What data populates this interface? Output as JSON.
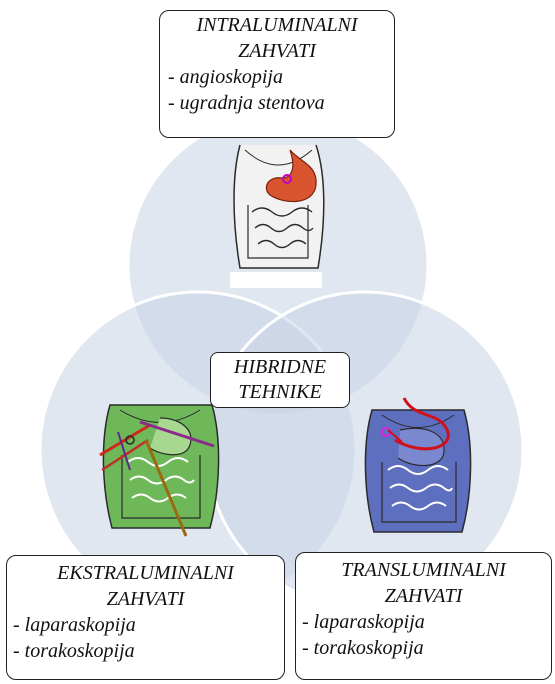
{
  "diagram": {
    "top": {
      "title_lines": [
        "INTRALUMINALNI",
        "ZAHVATI"
      ],
      "items": [
        "- angioskopija",
        "- ugradnja stentova"
      ]
    },
    "center": {
      "title_lines": [
        "HIBRIDNE",
        "TEHNIKE"
      ]
    },
    "left": {
      "title_lines": [
        "EKSTRALUMINALNI",
        "ZAHVATI"
      ],
      "items": [
        "- laparaskopija",
        "- torakoskopija"
      ]
    },
    "right": {
      "title_lines": [
        "TRANSLUMINALNI",
        "ZAHVATI"
      ],
      "items": [
        "- laparaskopija",
        "- torakoskopija"
      ]
    }
  },
  "colors": {
    "circle_fill": "#c9d3e6",
    "torso_top": "#d9552f",
    "torso_left": "#6fb85a",
    "torso_right": "#5f6fc0",
    "outline": "#2a2a2a"
  },
  "icons": [
    "torso-intraluminal-icon",
    "torso-extraluminal-icon",
    "torso-transluminal-icon"
  ]
}
